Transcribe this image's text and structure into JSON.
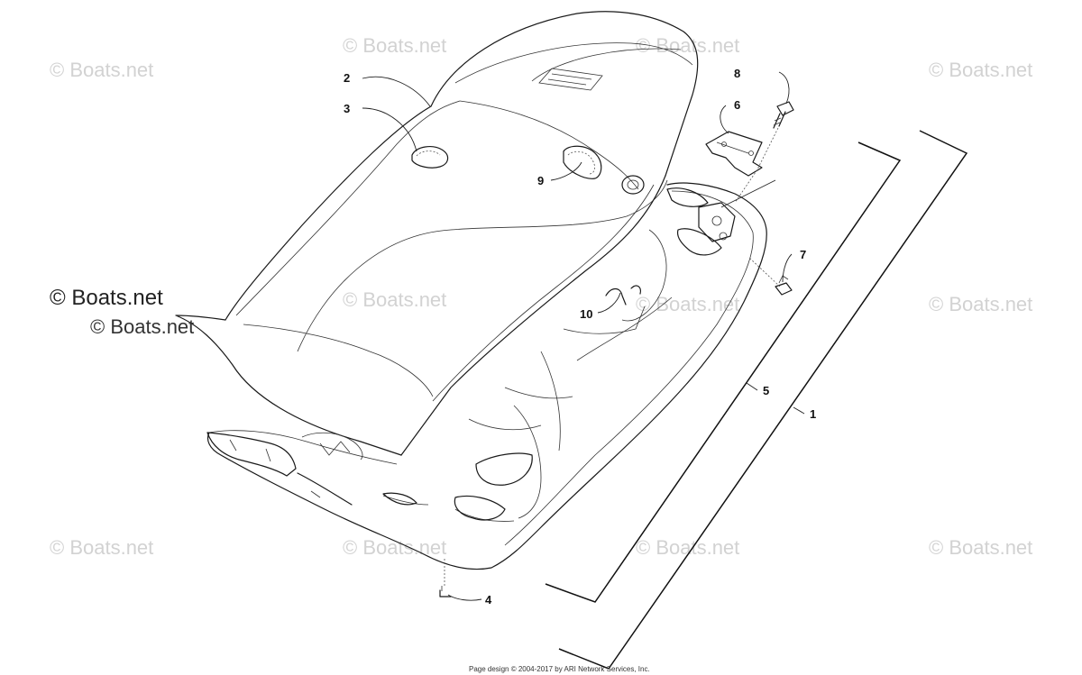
{
  "watermark": {
    "text": "© Boats.net"
  },
  "callouts": [
    {
      "id": "1",
      "label": "1"
    },
    {
      "id": "2",
      "label": "2"
    },
    {
      "id": "3",
      "label": "3"
    },
    {
      "id": "4",
      "label": "4"
    },
    {
      "id": "5",
      "label": "5"
    },
    {
      "id": "6",
      "label": "6"
    },
    {
      "id": "7",
      "label": "7"
    },
    {
      "id": "8",
      "label": "8"
    },
    {
      "id": "9",
      "label": "9"
    },
    {
      "id": "10",
      "label": "10"
    }
  ],
  "footer": {
    "text": "Page design © 2004-2017 by ARI Network Services, Inc."
  }
}
